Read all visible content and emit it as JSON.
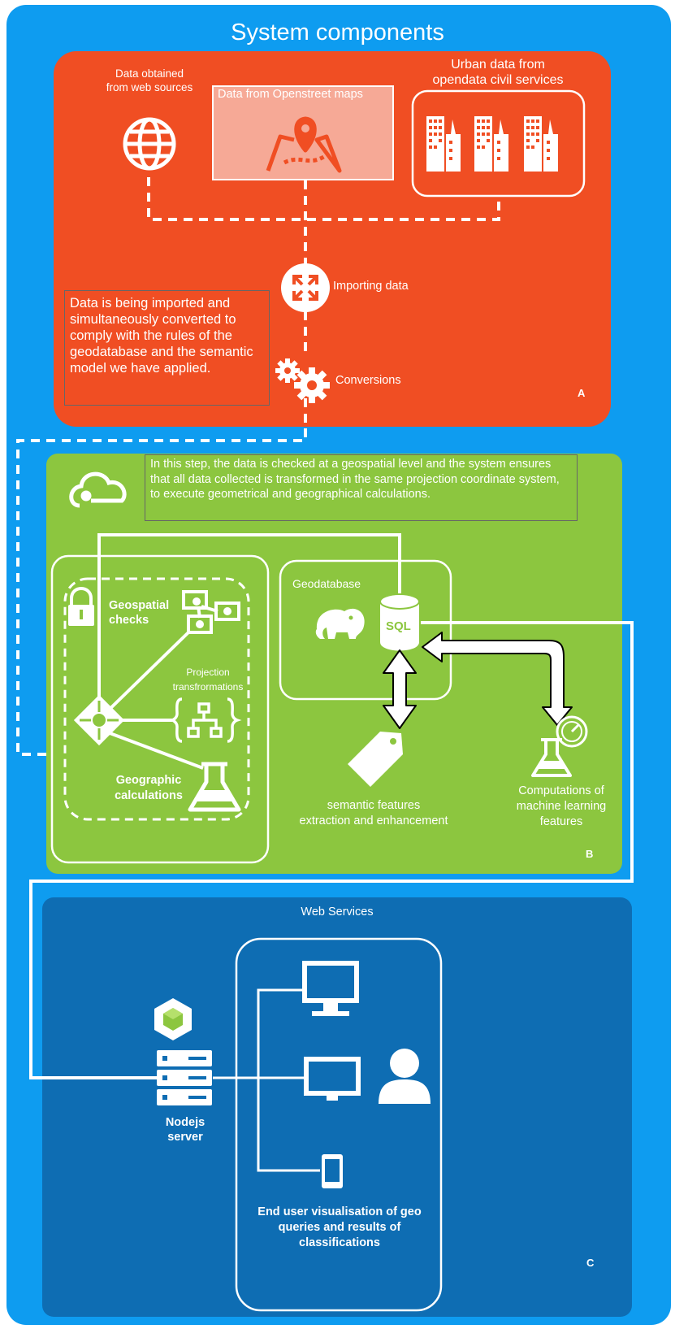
{
  "title": "System components",
  "panel_a": {
    "web_sources": "Data obtained\nfrom web sources",
    "osm": "Data from Openstreet maps",
    "urban": "Urban data from\nopendata civil services",
    "importing": "Importing data",
    "note": "Data is being imported and simultaneously converted to comply with the rules of the geodatabase and the semantic model we have applied.",
    "conversions": "Conversions",
    "letter": "A"
  },
  "panel_b": {
    "note": "In this step, the data is checked at a geospatial level and the system ensures that all data collected is transformed in the same projection coordinate system, to execute geometrical and geographical calculations.",
    "geospatial": "Geospatial\nchecks",
    "projection": "Projection\ntransfrormations",
    "geographic": "Geographic\ncalculations",
    "geodatabase": "Geodatabase",
    "sql": "SQL",
    "semantic": "semantic features\nextraction and enhancement",
    "ml": "Computations of\nmachine learning\nfeatures",
    "letter": "B"
  },
  "panel_c": {
    "title": "Web Services",
    "nodejs": "Nodejs\nserver",
    "end_user": "End user visualisation of geo\nqueries and results of\nclassifications",
    "letter": "C"
  }
}
